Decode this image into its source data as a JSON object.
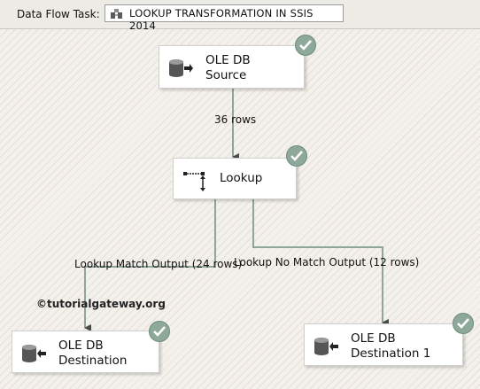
{
  "toolbar": {
    "task_label": "Data Flow Task:",
    "task_name": "LOOKUP TRANSFORMATION IN SSIS 2014",
    "task_icon": "data-flow-task-icon"
  },
  "components": {
    "source": {
      "line1": "OLE DB",
      "line2": "Source",
      "icon": "ole-db-source-icon",
      "status": "success"
    },
    "lookup": {
      "line1": "Lookup",
      "icon": "lookup-icon",
      "status": "success"
    },
    "destination": {
      "line1": "OLE DB",
      "line2": "Destination",
      "icon": "ole-db-destination-icon",
      "status": "success"
    },
    "destination1": {
      "line1": "OLE DB",
      "line2": "Destination 1",
      "icon": "ole-db-destination-icon",
      "status": "success"
    }
  },
  "paths": {
    "source_to_lookup": "36 rows",
    "match_output": "Lookup Match Output (24 rows)",
    "no_match_output": "Lookup No Match Output (12 rows)"
  },
  "watermark": "©tutorialgateway.org",
  "colors": {
    "success_badge": "#8ea89a",
    "wire": "#555555",
    "canvas": "#f4f1ec"
  }
}
